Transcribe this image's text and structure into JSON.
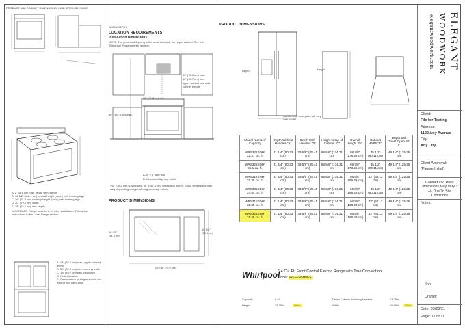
{
  "left_sheet": {
    "header_left": "PRODUCT AND CABINET DIMENSIONS",
    "header_right": "CABINET DIMENSIONS",
    "notes": [
      "A. 2\" (5.1 cm) max. depth with handle",
      "B. 46 1/2\" (118.1 cm) overall height (max.) with leveling legs",
      "C. 36\" (91.4 cm) cooktop height (max.) with leveling legs",
      "D. 30\" (76.2 cm) width",
      "E. 25\" (63.5 cm) min. depth",
      "IMPORTANT: Range must be level after installation. Follow the instructions in the Level Range section."
    ],
    "bottom_notes": [
      "A. 13\" (33.0 cm) max. upper cabinet depth",
      "B. 30\" (76.2 cm) min. opening width",
      "C. 18\" (45.7 cm) min. clearance",
      "D. Outlet location",
      "E. Cabinet door or hinges should not extend into the cutout"
    ]
  },
  "middle_sheet": {
    "model_code": "W9MH50179H",
    "location_title": "LOCATION REQUIREMENTS",
    "installation_dimensions": "Installation Dimensions",
    "note_text": "NOTE: The grounded 3 prong outlet must be inside the upper cabinet. See the \"Electrical Requirements\" section.",
    "callouts": [
      "30\" (76.2 cm) max.",
      "18\" (45.7 cm) min.",
      "upper cabinet and side cabinet height",
      "36\" (91.4 cm) min.",
      "66\" (167.6 cm) min."
    ],
    "legend": [
      "A. 2\" x 4\" wall stud",
      "B. Grounded 3 prong outlet"
    ],
    "footnote": "*30\" (76.2 cm) is typical for 66\" (167.6 cm) installation height. Exact dimensions may vary depending on type of range/cooktop below.",
    "product_dimensions_title": "PRODUCT DIMENSIONS",
    "dims": [
      "29 7/8\" (75.9 cm)",
      "16 3/8\" (41.6 cm)",
      "15 1/2\" (39.4 cm)"
    ]
  },
  "right_sheet": {
    "title": "PRODUCT DIMENSIONS",
    "caption": "Handle-side door parts will vary with model",
    "depth_label": "Depth",
    "height_label": "Height",
    "table": {
      "headers": [
        "Model Number/ Capacity",
        "Depth Without Handles \"A\"",
        "Depth With Handles \"B\"",
        "Height to top of Cabinet \"C\"",
        "Overall height \"D\"",
        "Cabinet Width \"E\"",
        "Depth with Doors Open 90° \"F\""
      ],
      "rows": [
        [
          "WRS321SDH* 21.37 cu. ft.",
          "31 1/4\" (80.33 cm)",
          "33 5/8\" (85.41 cm)",
          "68 5/8\" (174.31 cm)",
          "69 7/8\" (178.65 cm)",
          "35 1/2\" (90.11 cm)",
          "49 1/4\" (125.25 cm)"
        ],
        [
          "WRS325SDH* 25.1 cu. ft.",
          "31 3/4\" (80.33 cm)",
          "33 5/8\" (85.41 cm)",
          "68 5/8\" (174.31 cm)",
          "69 7/8\" (178.65 cm)",
          "35 1/2\" (90.11 cm)",
          "49 1/4\" (125.25 cm)"
        ],
        [
          "WRS312SNH* 21.35 cu. ft.",
          "31 3/4\" (80.33 cm)",
          "33 5/8\" (85.41 cm)",
          "65 5/8\" (174.31 cm)",
          "66 5/8\" (169.23 cm)",
          "33\" (84.12 cm)",
          "49 1/4\" (125.25 cm)"
        ],
        [
          "WRS335SDH* 24.54 cu. ft.",
          "31 3/4\" (80.33 cm)",
          "33 5/8\" (85.41 cm)",
          "68 5/8\" (174.31 cm)",
          "66 5/8\" (169.23 cm)",
          "35 1/2\" (90.11 cm)",
          "49 1/4\" (125.25 cm)"
        ],
        [
          "WRS311SDH* 21.35 cu. ft.",
          "31 1/4\" (80.33 cm)",
          "33 5/8\" (85.41 cm)",
          "65 5/8\" (174.31 cm)",
          "66 5/8\" (169.23 cm)",
          "33\" (84.12 cm)",
          "49 1/4\" (125.25 cm)"
        ],
        [
          "WRS321SDH* 21.45 cu. ft.",
          "31 1/4\" (80.33 cm)",
          "33 5/8\" (85.41 cm)",
          "68 5/8\" (174.31 cm)",
          "66 5/8\" (169.23 cm)",
          "33\" (84.12 cm)",
          "49 1/4\" (125.25 cm)"
        ]
      ],
      "highlighted_row": 5
    },
    "whirlpool_brand": "Whirlpool",
    "range_title": "6.4 Cu. Ft. Front Control Electric Range with True Convection",
    "model_label": "Model:",
    "model_number": "WEE745H0FS",
    "spec_left": [
      [
        "Capacity",
        "6.40"
      ],
      [
        "Height",
        "35.75 in.",
        "36 in."
      ]
    ],
    "spec_right": [
      [
        "Depth Cabinet Including Handles",
        "27.25 in."
      ],
      [
        "Width",
        "29.88 in.",
        "30 in."
      ]
    ]
  },
  "title_block": {
    "logo_word1": "ELEGANT",
    "logo_word2": "WOODWORK",
    "website": "elegantwoodwork.com",
    "client_label": "Client:",
    "client_value": "File for Testing",
    "address_label": "Address:",
    "address_value": "1122 Any Avenue",
    "city_label": "City",
    "city_value": "Any City",
    "approval_label": "Client Approval:",
    "approval_value": "(Please Initial)",
    "riser_note": "Cabinet and Riser Dimensions May Vary 3\" +/- Due To Site Conditions",
    "notes_label": "Notes:",
    "job_label": "Job:",
    "drafter_label": "Drafter:",
    "date_label": "Date: 03/23/21",
    "page_label": "Page: 11 of 11"
  },
  "colors": {
    "highlight": "#f7f35a",
    "line": "#555555"
  }
}
